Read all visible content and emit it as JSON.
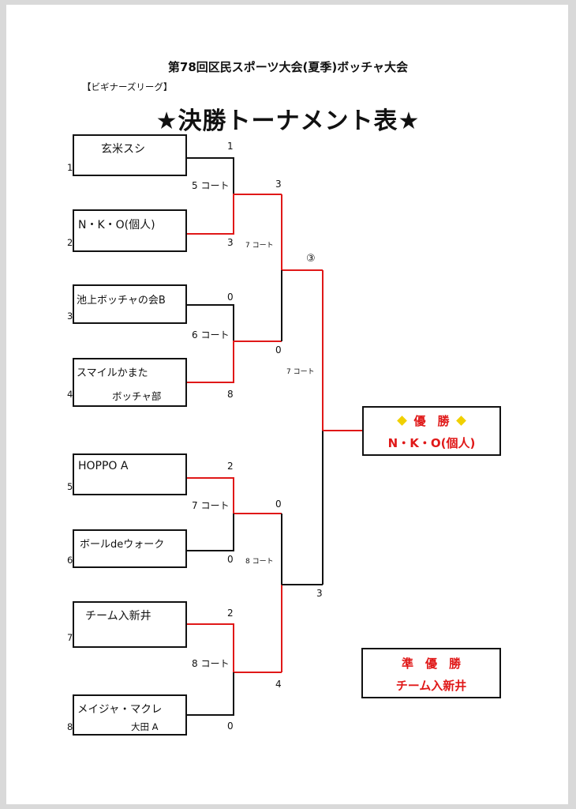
{
  "header": {
    "event_title": "第78回区民スポーツ大会(夏季)ボッチャ大会",
    "league": "【ビギナーズリーグ】",
    "main_title": "★決勝トーナメント表★"
  },
  "teams": [
    {
      "seed": "1",
      "name": "玄米スシ",
      "sub": ""
    },
    {
      "seed": "2",
      "name": "N・K・O(個人)",
      "sub": ""
    },
    {
      "seed": "3",
      "name": "池上ボッチャの会B",
      "sub": ""
    },
    {
      "seed": "4",
      "name": "スマイルかまた",
      "sub": "ボッチャ部"
    },
    {
      "seed": "5",
      "name": "HOPPO A",
      "sub": ""
    },
    {
      "seed": "6",
      "name": "ボールdeウォーク",
      "sub": ""
    },
    {
      "seed": "7",
      "name": "チーム入新井",
      "sub": ""
    },
    {
      "seed": "8",
      "name": "メイジャ・マクレ",
      "sub": "大田 A"
    }
  ],
  "round1_scores": [
    "1",
    "3",
    "0",
    "8",
    "2",
    "0",
    "2",
    "0"
  ],
  "round1_courts": [
    "5 コート",
    "6 コート",
    "7 コート",
    "8 コート"
  ],
  "semi_scores": [
    "3",
    "0",
    "0",
    "4"
  ],
  "semi_courts": [
    "7 コート",
    "8 コート"
  ],
  "final": {
    "top_score": "③",
    "bottom_score": "3",
    "court": "7 コート"
  },
  "winner": {
    "label": "優　勝",
    "team": "N・K・O(個人)"
  },
  "runner_up": {
    "label": "準　優　勝",
    "team": "チーム入新井"
  },
  "colors": {
    "winner_line": "#e01818",
    "line": "#111111",
    "diamond": "#f0d000"
  }
}
